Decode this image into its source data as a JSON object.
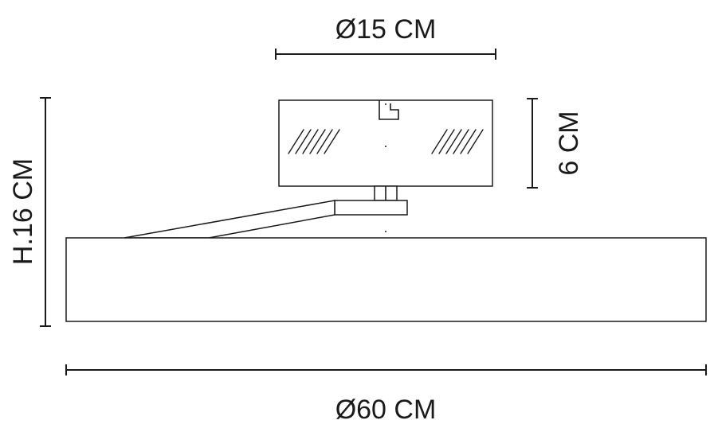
{
  "dimensions": {
    "canopy_diameter": "Ø15 CM",
    "canopy_height": "6 CM",
    "total_height": "H.16 CM",
    "shade_diameter": "Ø60 CM"
  }
}
